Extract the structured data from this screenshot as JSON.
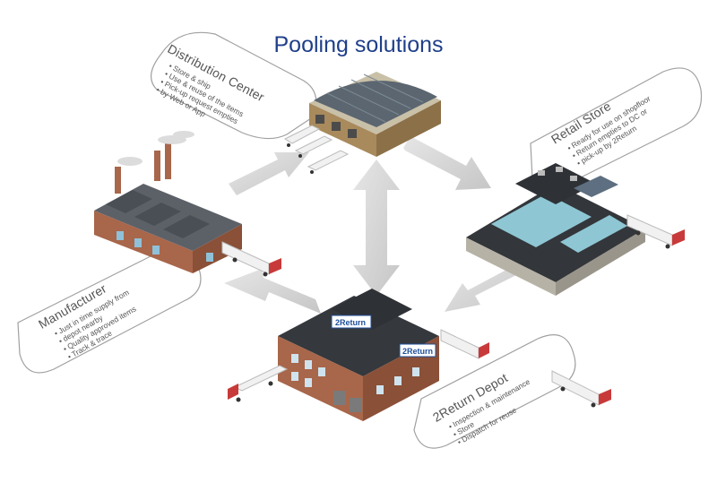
{
  "title": "Pooling solutions",
  "nodes": {
    "distribution_center": {
      "name": "Distribution Center",
      "bullets": [
        "Store & ship",
        "Use & reuse of the items",
        "Pick-up request empties",
        "by Web or App"
      ]
    },
    "retail_store": {
      "name": "Retail Store",
      "bullets": [
        "Ready for use on shopfloor",
        "Return empties to DC or",
        "pick-up by 2Return"
      ]
    },
    "manufacturer": {
      "name": "Manufacturer",
      "bullets": [
        "Just in time supply from",
        "depot nearby",
        "Quality approved items",
        "Track & trace"
      ]
    },
    "depot": {
      "name": "2Return Depot",
      "bullets": [
        "Inspection & maintenance",
        "Store",
        "Dispatch for reuse"
      ]
    }
  },
  "brand": "2Return",
  "colors": {
    "title": "#1f3f8a",
    "arrow": "#d4d4d4",
    "brick": "#a8664a",
    "roof": "#6d737a",
    "bubble_stroke": "#999999"
  }
}
